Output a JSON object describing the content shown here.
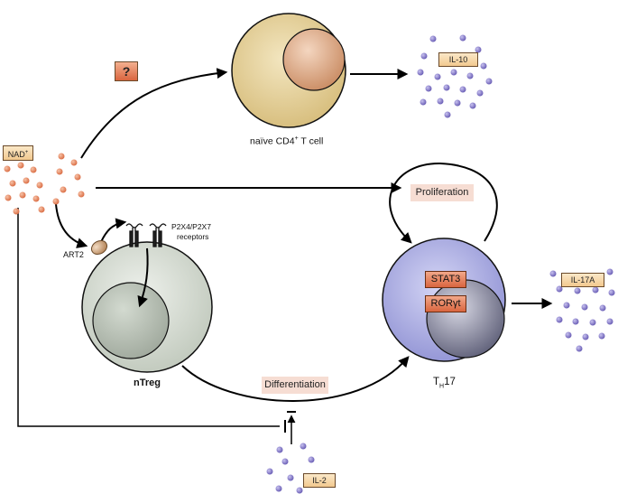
{
  "labels": {
    "question": "?",
    "nad": "NAD",
    "nad_sup": "+",
    "il10": "IL-10",
    "naive_pre": "naïve CD4",
    "naive_sup": "+",
    "naive_post": " T cell",
    "art2": "ART2",
    "receptors_line1": "P2X4/P2X7",
    "receptors_line2": "receptors",
    "ntreg": "nTreg",
    "proliferation": "Proliferation",
    "stat3": "STAT3",
    "roryt": "RORγt",
    "th17_main": "T",
    "th17_sub": "H",
    "th17_num": "17",
    "il17a": "IL-17A",
    "differentiation": "Differentiation",
    "il2": "IL-2"
  },
  "colors": {
    "naive_cell": "#e6d3a0",
    "naive_nucleus": "#d9a47e",
    "ntreg_cell": "#d8dfd6",
    "ntreg_nucleus": "#b5beb3",
    "th17_cell": "#aeb0e3",
    "th17_nucleus": "#7e7f98",
    "nad_dots": "#e38a62",
    "cytokine_dots": "#8a80c8",
    "label_box": "#f2c98f",
    "pill": "#f6ddd3",
    "tf_box": "#d9653f"
  },
  "icons": [
    "receptor-icon",
    "art2-enzyme-icon",
    "inhibition-bar-icon"
  ]
}
